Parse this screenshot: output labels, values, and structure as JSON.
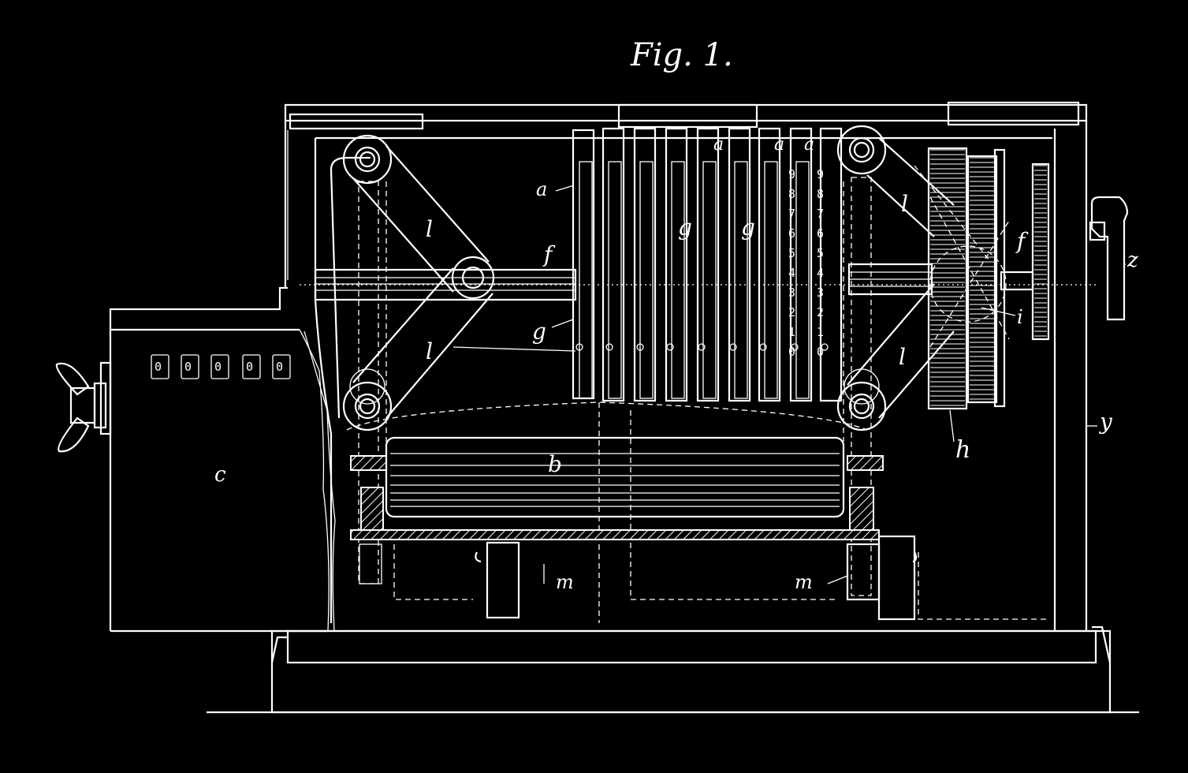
{
  "figure": {
    "title": "Fig. 1."
  },
  "counter": {
    "digits": [
      "0",
      "0",
      "0",
      "0",
      "0"
    ]
  },
  "column_digits": [
    "9",
    "8",
    "7",
    "6",
    "5",
    "4",
    "3",
    "2",
    "1",
    "0"
  ],
  "labels": {
    "a": "a",
    "b": "b",
    "c": "c",
    "f": "f",
    "g": "g",
    "h": "h",
    "i": "i",
    "l": "l",
    "m": "m",
    "y": "y",
    "z": "z"
  },
  "colors": {
    "background": "#000000",
    "ink": "#ffffff"
  }
}
